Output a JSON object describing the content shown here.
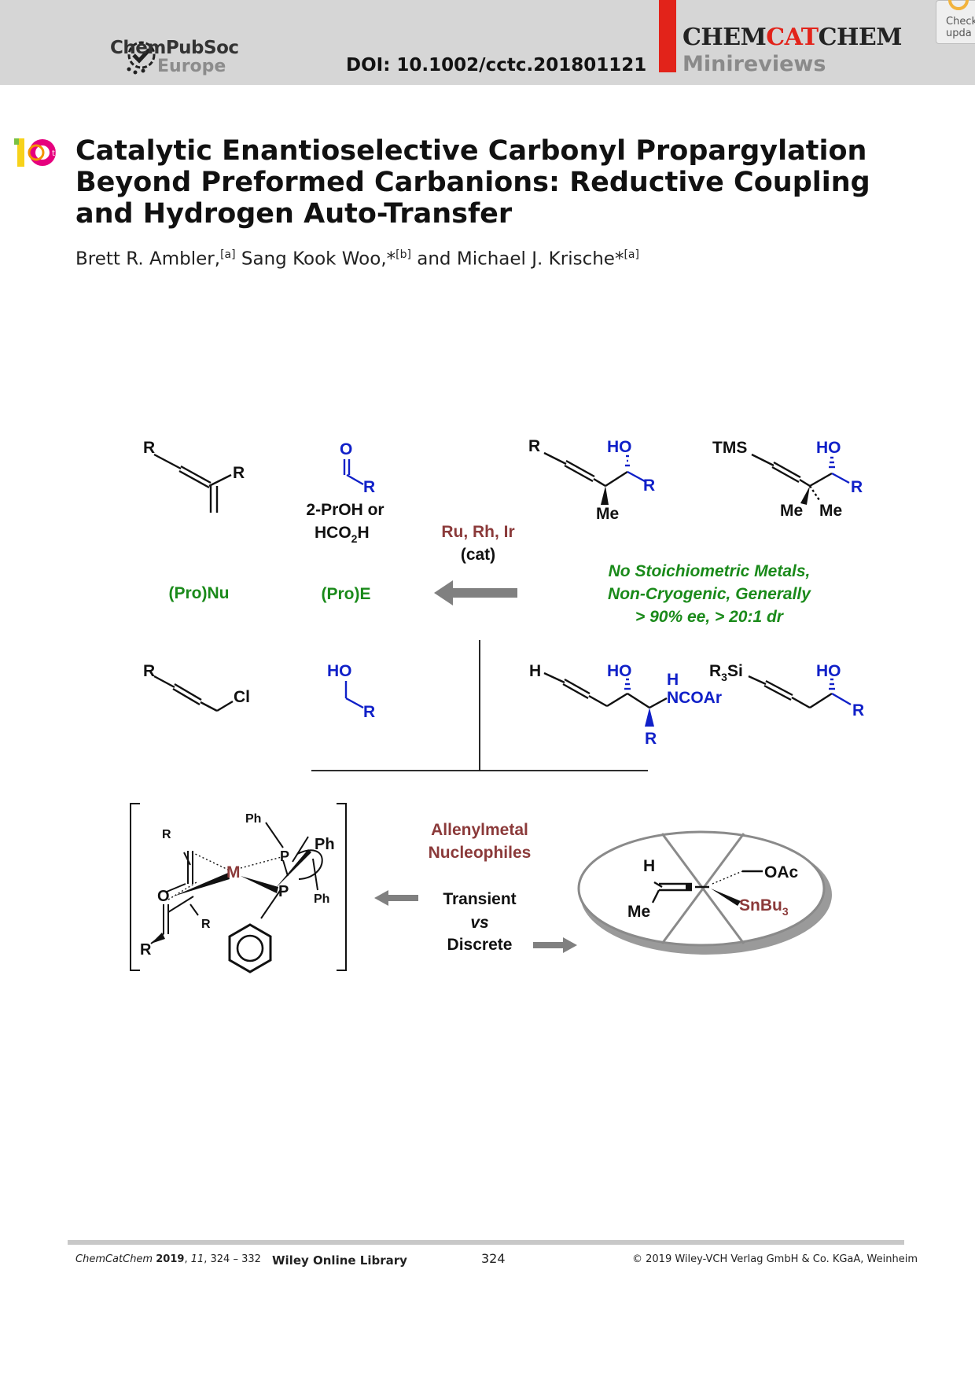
{
  "header": {
    "publisher_name": "ChemPubSoc",
    "publisher_sub": "Europe",
    "doi": "DOI: 10.1002/cctc.201801121",
    "journal_part1": "CHEM",
    "journal_part2": "CAT",
    "journal_part3": "CHEM",
    "section": "Minireviews",
    "badge_line1": "Check",
    "badge_line2": "upda"
  },
  "article": {
    "anniversary": "th",
    "title": "Catalytic Enantioselective Carbonyl Propargylation Beyond Preformed Carbanions: Reductive Coupling and Hydrogen Auto-Transfer",
    "authors": [
      {
        "name": "Brett R. Ambler,",
        "aff": "[a]"
      },
      {
        "name": " Sang Kook Woo,*",
        "aff": "[b]"
      },
      {
        "name": " and Michael J. Krische*",
        "aff": "[a]"
      }
    ]
  },
  "scheme": {
    "labels": {
      "R": "R",
      "O": "O",
      "HO": "HO",
      "Me": "Me",
      "TMS": "TMS",
      "H": "H",
      "Cl": "Cl",
      "NCOAr": "NCOAr",
      "R3Si_R": "R",
      "R3Si_3": "3",
      "R3Si_Si": "Si",
      "M": "M",
      "P": "P",
      "Ph": "Ph",
      "OAc": "OAc",
      "SnBu": "SnBu",
      "SnBu_3": "3",
      "O_lower": "O"
    },
    "reductant_line1": "2-PrOH or",
    "reductant_line2_a": "HCO",
    "reductant_line2_b": "2",
    "reductant_line2_c": "H",
    "catalyst_metals": "Ru, Rh, Ir",
    "catalyst_cat": "(cat)",
    "pronu": "(Pro)Nu",
    "proe": "(Pro)E",
    "claim_1": "No Stoichiometric Metals,",
    "claim_2": "Non-Cryogenic, Generally",
    "claim_3": "> 90% ee, > 20:1 dr",
    "nucleophiles_1": "Allenylmetal",
    "nucleophiles_2": "Nucleophiles",
    "transient": "Transient",
    "vs": "vs",
    "discrete": "Discrete",
    "colors": {
      "blue": "#1020c8",
      "green": "#1a8a1a",
      "brown": "#8b3a3a",
      "gray": "#808080"
    }
  },
  "footer": {
    "journal": "ChemCatChem",
    "year": "2019",
    "volume": "11",
    "pages": ", 324 – 332",
    "wiley": "Wiley Online Library",
    "page_number": "324",
    "copyright": "© 2019 Wiley-VCH Verlag GmbH & Co. KGaA, Weinheim"
  }
}
